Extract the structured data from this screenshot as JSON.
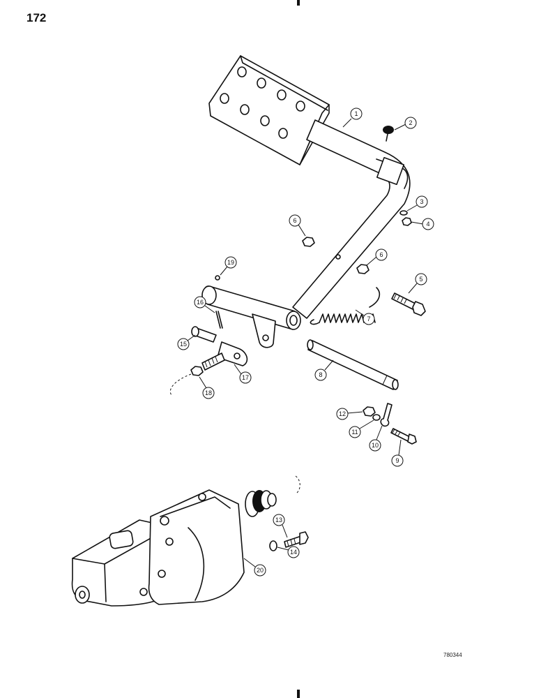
{
  "page_number": "172",
  "reference_code": "780344",
  "callouts": [
    {
      "label": "1"
    },
    {
      "label": "2"
    },
    {
      "label": "3"
    },
    {
      "label": "4"
    },
    {
      "label": "5"
    },
    {
      "label": "6"
    },
    {
      "label": "6"
    },
    {
      "label": "7"
    },
    {
      "label": "8"
    },
    {
      "label": "9"
    },
    {
      "label": "10"
    },
    {
      "label": "11"
    },
    {
      "label": "12"
    },
    {
      "label": "13"
    },
    {
      "label": "14"
    },
    {
      "label": "15"
    },
    {
      "label": "16"
    },
    {
      "label": "17"
    },
    {
      "label": "18"
    },
    {
      "label": "19"
    },
    {
      "label": "20"
    }
  ]
}
